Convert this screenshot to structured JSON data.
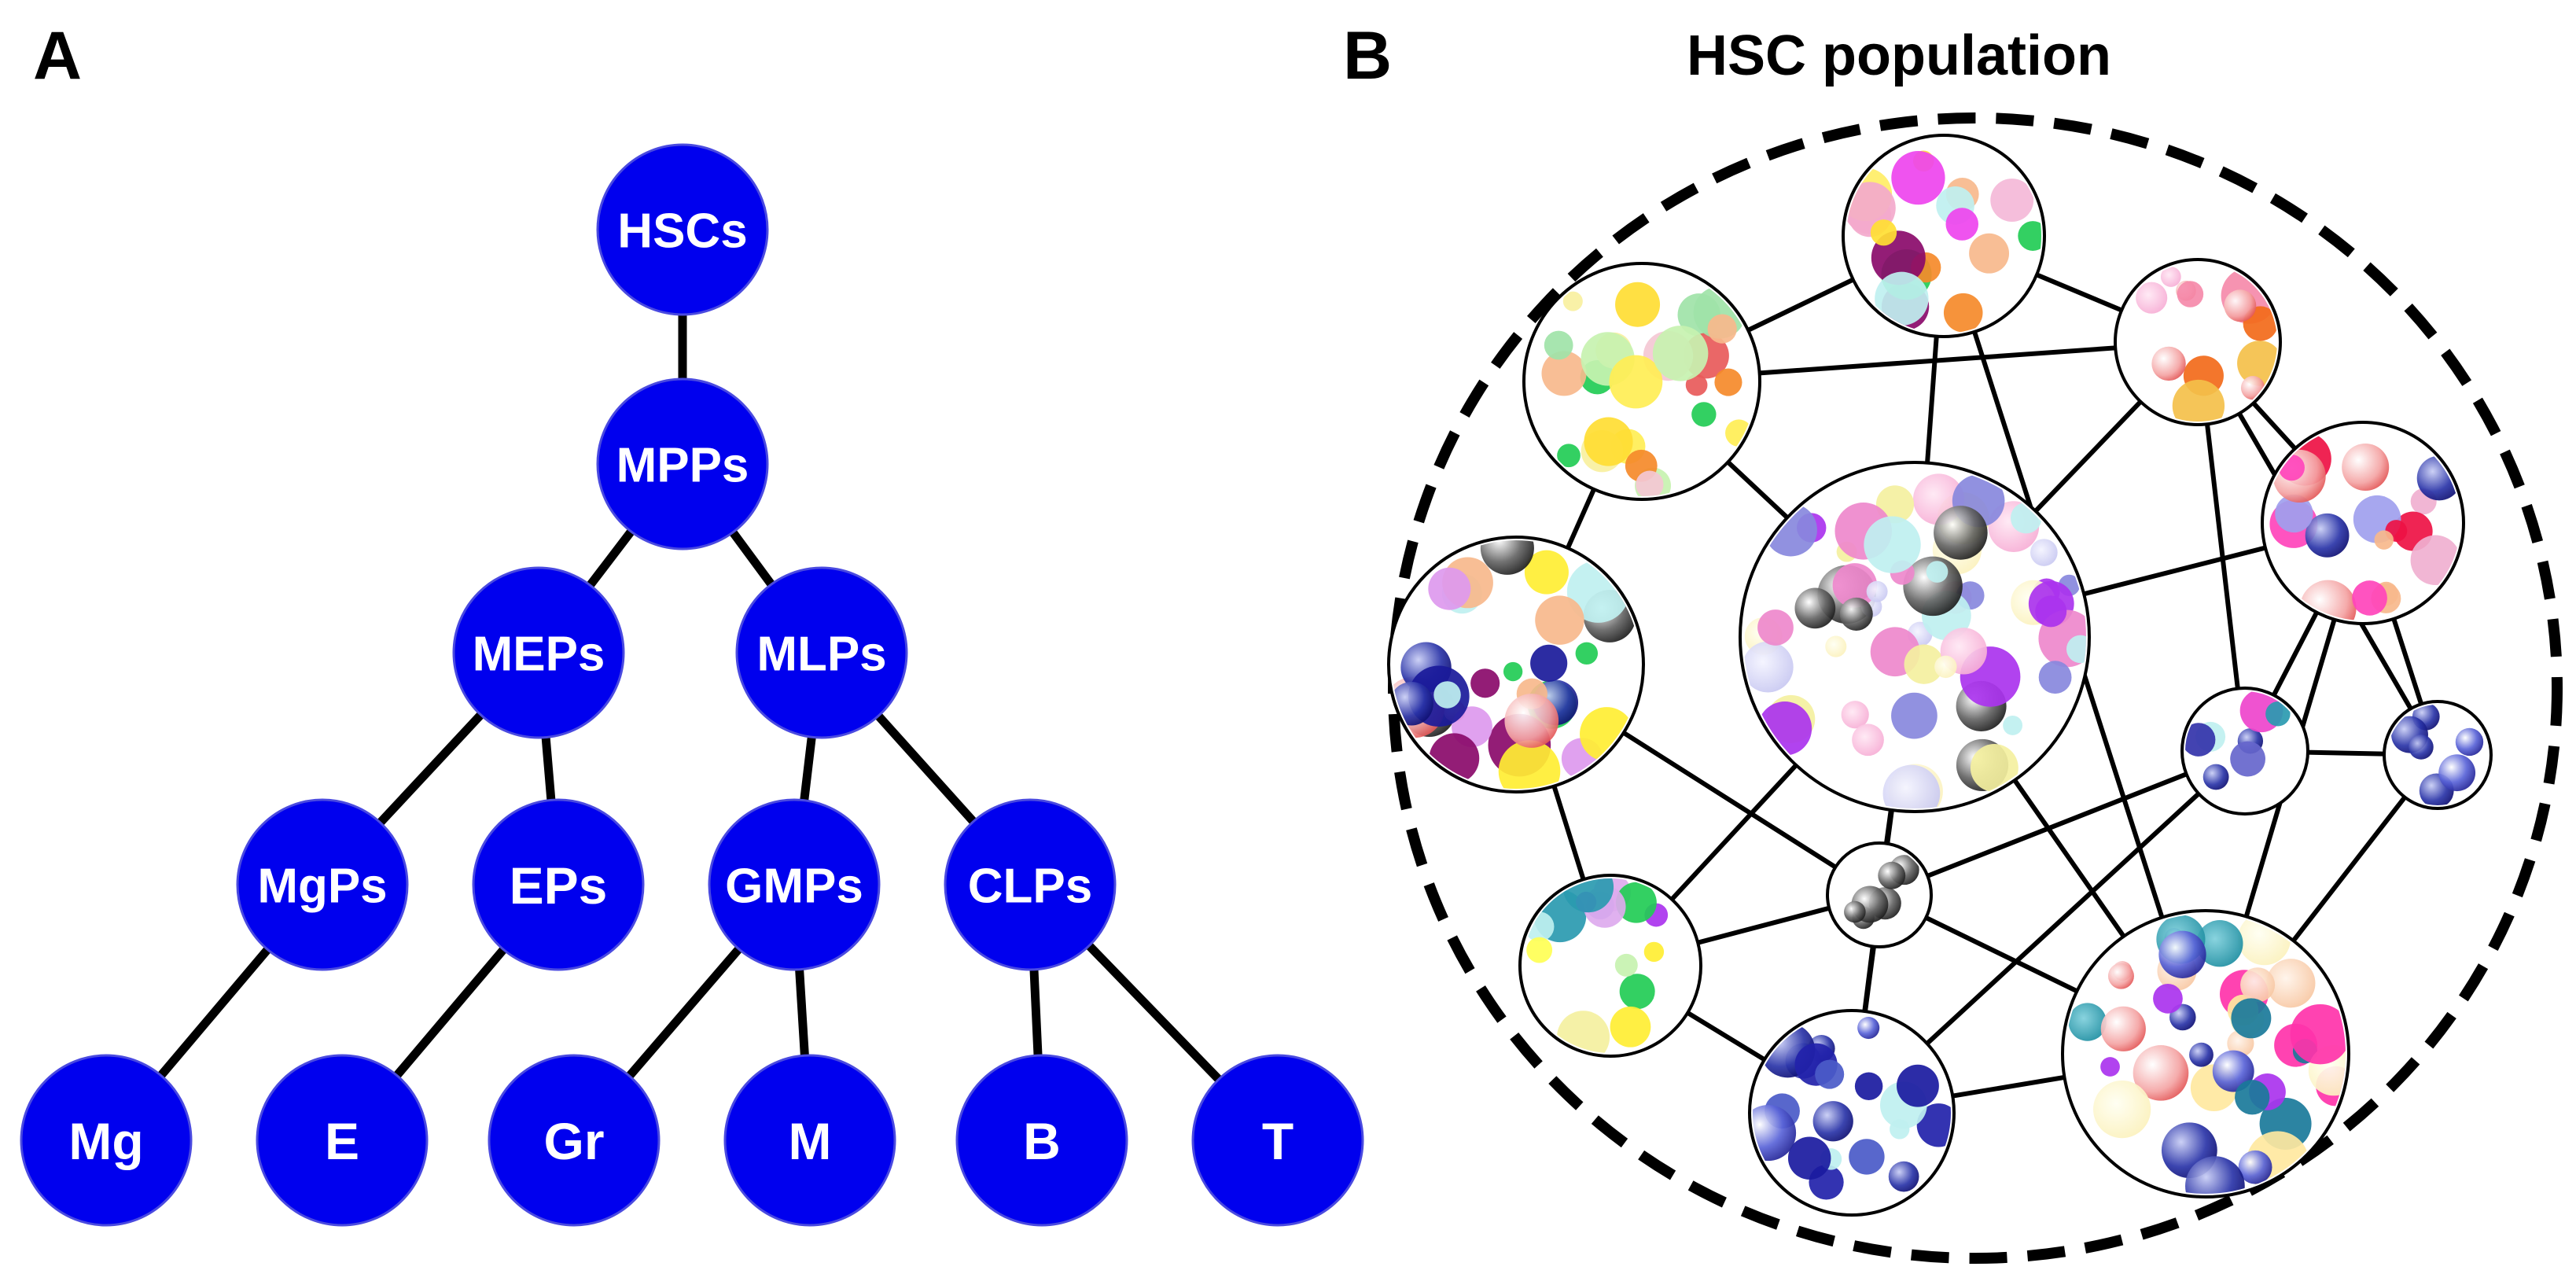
{
  "panel_a": {
    "label": "A",
    "nodes": [
      {
        "id": "hsc",
        "text": "HSCs"
      },
      {
        "id": "mpp",
        "text": "MPPs"
      },
      {
        "id": "mep",
        "text": "MEPs"
      },
      {
        "id": "mlp",
        "text": "MLPs"
      },
      {
        "id": "mgp",
        "text": "MgPs"
      },
      {
        "id": "ep",
        "text": "EPs"
      },
      {
        "id": "gmp",
        "text": "GMPs"
      },
      {
        "id": "clp",
        "text": "CLPs"
      },
      {
        "id": "mg",
        "text": "Mg"
      },
      {
        "id": "e",
        "text": "E"
      },
      {
        "id": "gr",
        "text": "Gr"
      },
      {
        "id": "m",
        "text": "M"
      },
      {
        "id": "b",
        "text": "B"
      },
      {
        "id": "t",
        "text": "T"
      }
    ],
    "edges": [
      [
        "hsc",
        "mpp"
      ],
      [
        "mpp",
        "mep"
      ],
      [
        "mpp",
        "mlp"
      ],
      [
        "mep",
        "mgp"
      ],
      [
        "mep",
        "ep"
      ],
      [
        "mlp",
        "gmp"
      ],
      [
        "mlp",
        "clp"
      ],
      [
        "mgp",
        "mg"
      ],
      [
        "ep",
        "e"
      ],
      [
        "gmp",
        "gr"
      ],
      [
        "gmp",
        "m"
      ],
      [
        "clp",
        "b"
      ],
      [
        "clp",
        "t"
      ]
    ]
  },
  "panel_b": {
    "label": "B",
    "title": "HSC population",
    "clusters": [
      {
        "id": "top"
      },
      {
        "id": "upper-left"
      },
      {
        "id": "upper-right"
      },
      {
        "id": "right"
      },
      {
        "id": "left"
      },
      {
        "id": "center"
      },
      {
        "id": "mid-right"
      },
      {
        "id": "small-right"
      },
      {
        "id": "small-center"
      },
      {
        "id": "lower-left"
      },
      {
        "id": "bottom"
      },
      {
        "id": "lower-right"
      }
    ],
    "links": [
      [
        "top",
        "upper-left"
      ],
      [
        "top",
        "upper-right"
      ],
      [
        "top",
        "center"
      ],
      [
        "top",
        "lower-right"
      ],
      [
        "upper-left",
        "upper-right"
      ],
      [
        "upper-left",
        "center"
      ],
      [
        "upper-left",
        "left"
      ],
      [
        "upper-right",
        "center"
      ],
      [
        "upper-right",
        "right"
      ],
      [
        "upper-right",
        "small-right"
      ],
      [
        "upper-right",
        "mid-right"
      ],
      [
        "center",
        "right"
      ],
      [
        "center",
        "small-center"
      ],
      [
        "center",
        "lower-left"
      ],
      [
        "center",
        "bottom"
      ],
      [
        "center",
        "lower-right"
      ],
      [
        "left",
        "small-center"
      ],
      [
        "left",
        "lower-left"
      ],
      [
        "right",
        "mid-right"
      ],
      [
        "right",
        "lower-right"
      ],
      [
        "right",
        "small-right"
      ],
      [
        "mid-right",
        "small-right"
      ],
      [
        "mid-right",
        "small-center"
      ],
      [
        "mid-right",
        "bottom"
      ],
      [
        "small-right",
        "lower-right"
      ],
      [
        "small-center",
        "lower-right"
      ],
      [
        "small-center",
        "lower-left"
      ],
      [
        "small-center",
        "bottom"
      ],
      [
        "lower-left",
        "bottom"
      ],
      [
        "bottom",
        "lower-right"
      ]
    ],
    "colors": {
      "node_blue": "#0000ee",
      "edge": "#000000"
    }
  }
}
